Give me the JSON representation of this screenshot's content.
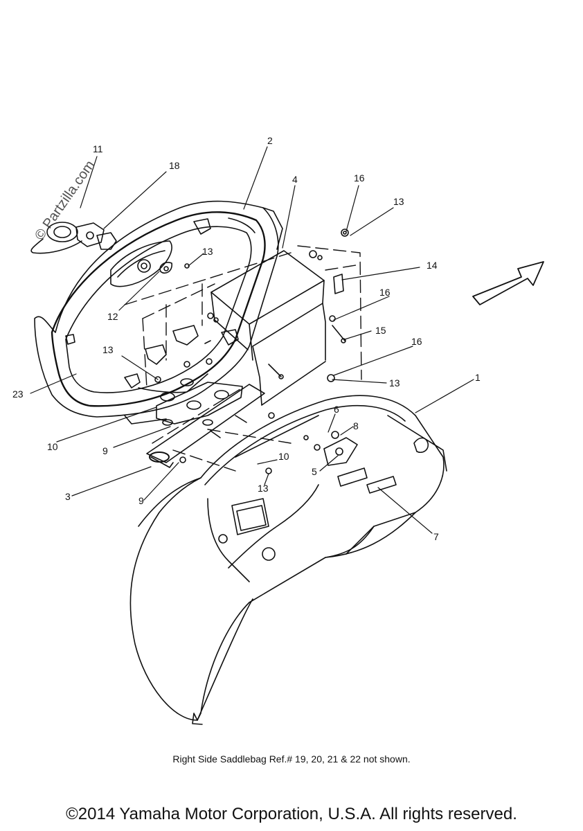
{
  "watermark": "© Partzilla.com",
  "callouts": {
    "c11": "11",
    "c18": "18",
    "c2": "2",
    "c4": "4",
    "c16a": "16",
    "c13a": "13",
    "c14": "14",
    "c13b": "13",
    "c12": "12",
    "c16b": "16",
    "c15": "15",
    "c13c": "13",
    "c16c": "16",
    "c13d": "13",
    "c23": "23",
    "c1": "1",
    "c6": "6",
    "c8": "8",
    "c10a": "10",
    "c9a": "9",
    "c10b": "10",
    "c5": "5",
    "c13e": "13",
    "c3": "3",
    "c9b": "9",
    "c7": "7"
  },
  "note": "Right Side Saddlebag Ref.# 19, 20, 21 & 22 not shown.",
  "copyright": "©2014 Yamaha Motor Corporation, U.S.A. All rights reserved."
}
